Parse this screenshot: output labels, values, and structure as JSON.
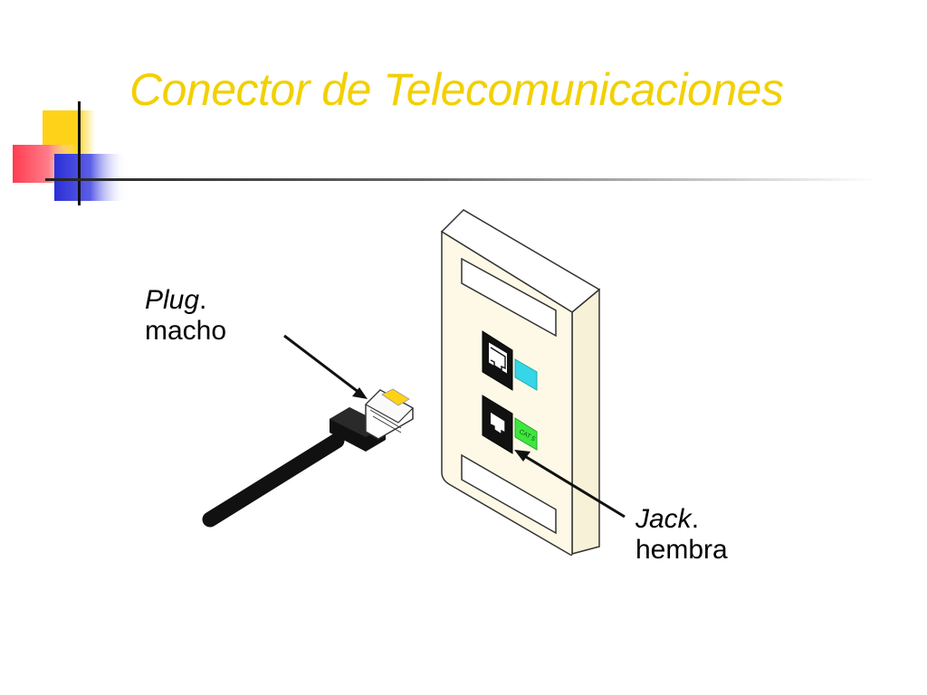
{
  "slide": {
    "title": "Conector de Telecomunicaciones",
    "plug_label": {
      "name": "Plug",
      "suffix": ".",
      "line2": "macho"
    },
    "jack_label": {
      "name": "Jack",
      "suffix": ".",
      "line2": "hembra"
    },
    "colors": {
      "title": "#f2d000",
      "faceplate": "#fdf9e6",
      "jack_label_cyan": "#35d6e8",
      "jack_label_green": "#3fe63f",
      "deco_yellow": "#ffd21a",
      "deco_red": "#ff3c50",
      "deco_blue": "#2b2fd6"
    },
    "icons": [
      "corner-decoration",
      "rj45-plug",
      "wall-faceplate",
      "rj45-jack",
      "pointer-arrow"
    ]
  }
}
